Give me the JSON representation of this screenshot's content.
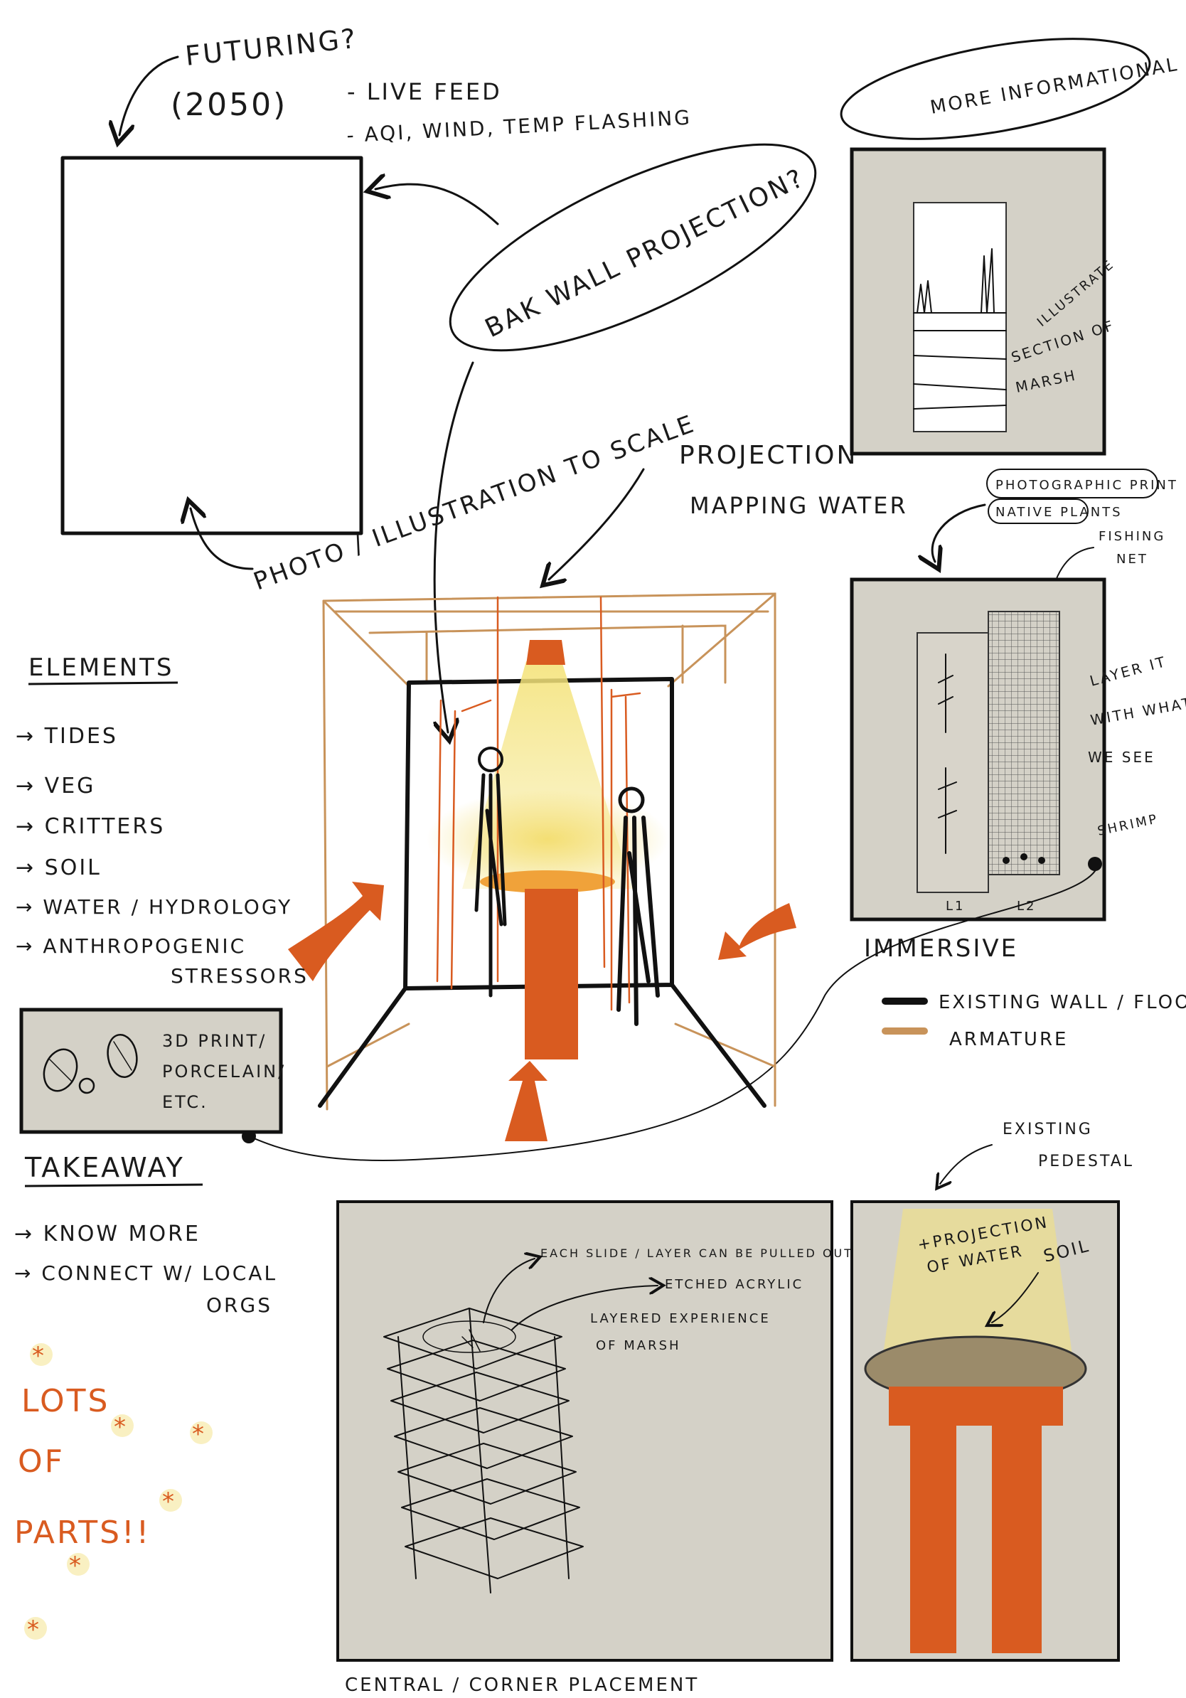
{
  "future_panel": {
    "title_line1": "FUTURING?",
    "title_line2": "(2050)",
    "bullet1": "- LIVE FEED",
    "bullet2": "- AQI, WIND, TEMP FLASHING"
  },
  "back_wall": {
    "label": "BAK WALL PROJECTION?"
  },
  "photo_note": {
    "label": "PHOTO / ILLUSTRATION TO SCALE"
  },
  "projection_note": {
    "line1": "PROJECTION",
    "line2": "MAPPING WATER"
  },
  "informational": {
    "bubble": "MORE INFORMATIONAL",
    "note_line1": "ILLUSTRATE",
    "note_line2": "SECTION OF",
    "note_line3": "MARSH"
  },
  "immersive": {
    "label_photo": "PHOTOGRAPHIC PRINT",
    "label_native": "NATIVE PLANTS",
    "fishing_line1": "FISHING",
    "fishing_line2": "NET",
    "layer_line1": "LAYER IT",
    "layer_line2": "WITH WHAT",
    "layer_line3": "WE SEE",
    "shrimp": "SHRIMP",
    "l1": "L1",
    "l2": "L2",
    "title": "IMMERSIVE"
  },
  "legend": {
    "existing": "EXISTING WALL / FLOOR",
    "armature": "ARMATURE",
    "colors": {
      "existing": "#111111",
      "armature": "#c8935a",
      "accent": "#d95b20",
      "panel": "#d4d1c7"
    }
  },
  "elements": {
    "title": "ELEMENTS",
    "items": [
      "→ TIDES",
      "→ VEG",
      "→ CRITTERS",
      "→ SOIL",
      "→ WATER / HYDROLOGY",
      "→ ANTHROPOGENIC",
      "STRESSORS"
    ]
  },
  "takeaway": {
    "box_line1": "3D PRINT/",
    "box_line2": "PORCELAIN/",
    "box_line3": "ETC.",
    "title": "TAKEAWAY",
    "item1": "→ KNOW MORE",
    "item2_line1": "→ CONNECT W/ LOCAL",
    "item2_line2": "ORGS"
  },
  "lots": {
    "line1": "LOTS",
    "line2": "OF",
    "line3": "PARTS!!"
  },
  "central": {
    "note_pulled": "EACH SLIDE / LAYER CAN BE PULLED OUT",
    "note_etched": "ETCHED ACRYLIC",
    "note_layered1": "LAYERED EXPERIENCE",
    "note_layered2": "OF MARSH",
    "caption": "CENTRAL / CORNER PLACEMENT"
  },
  "pedestal": {
    "existing_line1": "EXISTING",
    "existing_line2": "PEDESTAL",
    "proj_line1": "+PROJECTION",
    "proj_line2": "OF WATER",
    "soil": "SOIL"
  }
}
